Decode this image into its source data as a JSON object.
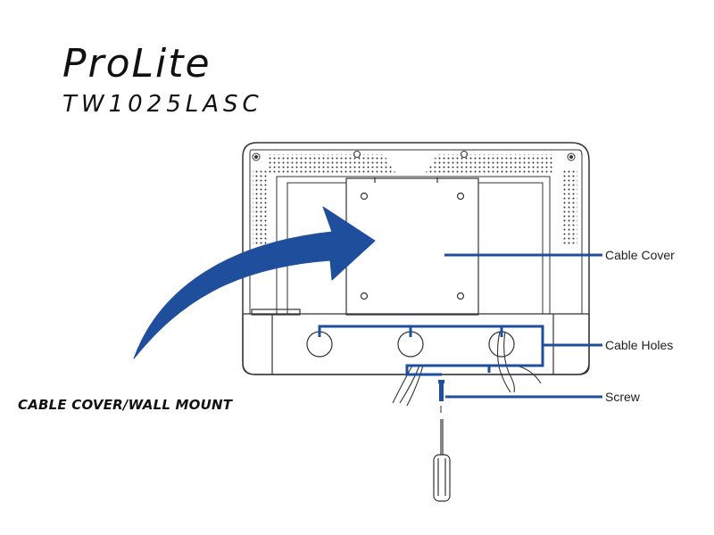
{
  "brand": "ProLite",
  "model": "TW1025LASC",
  "caption": "CABLE COVER/WALL MOUNT",
  "callouts": {
    "cable_cover": "Cable Cover",
    "cable_holes": "Cable Holes",
    "screw": "Screw"
  },
  "colors": {
    "accent": "#1f4e9c",
    "line": "#333333"
  },
  "icons": [
    "curved-arrow-icon",
    "screwdriver-icon",
    "screw-icon"
  ]
}
